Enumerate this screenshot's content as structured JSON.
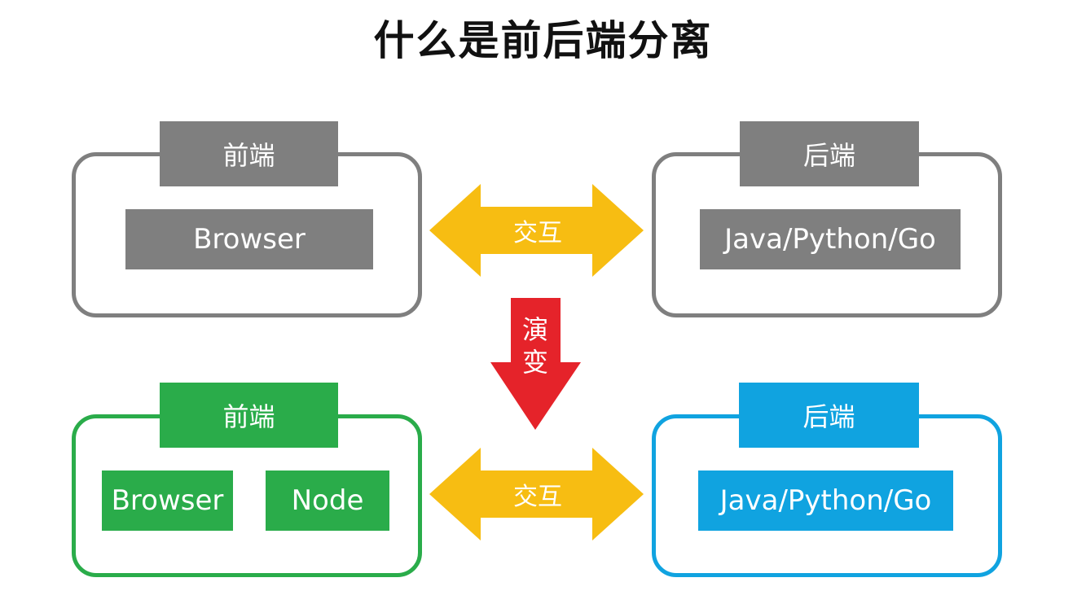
{
  "title": "什么是前后端分离",
  "before": {
    "frontend": {
      "tag": "前端",
      "items": [
        "Browser"
      ]
    },
    "backend": {
      "tag": "后端",
      "items": [
        "Java/Python/Go"
      ]
    },
    "interaction_label": "交互"
  },
  "evolution_label": "演\n变",
  "after": {
    "frontend": {
      "tag": "前端",
      "items": [
        "Browser",
        "Node"
      ]
    },
    "backend": {
      "tag": "后端",
      "items": [
        "Java/Python/Go"
      ]
    },
    "interaction_label": "交互"
  },
  "colors": {
    "before": "#7f7f7f",
    "frontend_after": "#2aac4a",
    "backend_after": "#10a3e0",
    "interaction_arrow": "#f7bd12",
    "evolution_arrow": "#e5232a"
  }
}
